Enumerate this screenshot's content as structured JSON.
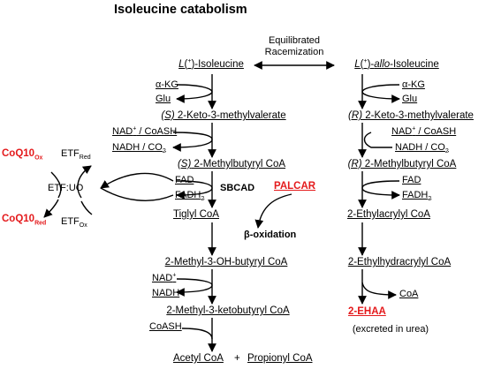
{
  "title": "Isoleucine catabolism",
  "racemization": {
    "line1": "Equilibrated",
    "line2": "Racemization"
  },
  "left": {
    "l_ile": {
      "a": "L",
      "b": "(",
      "c": "+",
      "d": ")-Isoleucine"
    },
    "akg": "α-KG",
    "glu": "Glu",
    "s_keto": {
      "a": "(S)",
      "b": " 2-Keto-3-methylvalerate"
    },
    "nad_coash": {
      "a": "NAD",
      "sup": "+",
      "b": " / CoASH"
    },
    "nadh_co2": {
      "a": "NADH / CO",
      "sub": "2"
    },
    "s_mb": {
      "a": "(S)",
      "b": " 2-Methylbutyryl CoA"
    },
    "fad": "FAD",
    "fadh2": {
      "a": "FADH",
      "sub": "2"
    },
    "sbcad": "SBCAD",
    "palcar": "PALCAR",
    "tiglyl": "Tiglyl CoA",
    "beta_ox": "β-oxidation",
    "m3oh": "2-Methyl-3-OH-butyryl CoA",
    "nad2": {
      "a": "NAD",
      "sup": "+"
    },
    "nadh2": "NADH",
    "m3keto": "2-Methyl-3-ketobutyryl CoA",
    "coash": "CoASH",
    "acetyl": "Acetyl CoA",
    "plus": "+",
    "propionyl": "Propionyl CoA"
  },
  "etf": {
    "coq_ox": {
      "a": "CoQ10",
      "sub": "Ox"
    },
    "coq_red": {
      "a": "CoQ10",
      "sub": "Red"
    },
    "etf_red": {
      "a": "ETF",
      "sub": "Red"
    },
    "etf_ox": {
      "a": "ETF",
      "sub": "Ox"
    },
    "etfuo": "ETF:UO"
  },
  "right": {
    "allo": {
      "a": "L",
      "b": "(",
      "c": "+",
      "d": ")-",
      "e": "allo",
      "f": "-Isoleucine"
    },
    "akg": "α-KG",
    "glu": "Glu",
    "r_keto": {
      "a": "(R)",
      "b": " 2-Keto-3-methylvalerate"
    },
    "nad_coash": {
      "a": "NAD",
      "sup": "+",
      "b": " / CoASH"
    },
    "nadh_co2": {
      "a": "NADH / CO",
      "sub": "2"
    },
    "r_mb": {
      "a": "(R)",
      "b": " 2-Methylbutyryl CoA"
    },
    "fad": "FAD",
    "fadh2": {
      "a": "FADH",
      "sub": "2"
    },
    "ethylacrylyl": "2-Ethylacrylyl CoA",
    "ethylhydracrylyl": "2-Ethylhydracrylyl CoA",
    "coa": "CoA",
    "ehaa": "2-EHAA",
    "excreted": "(excreted in urea)"
  }
}
